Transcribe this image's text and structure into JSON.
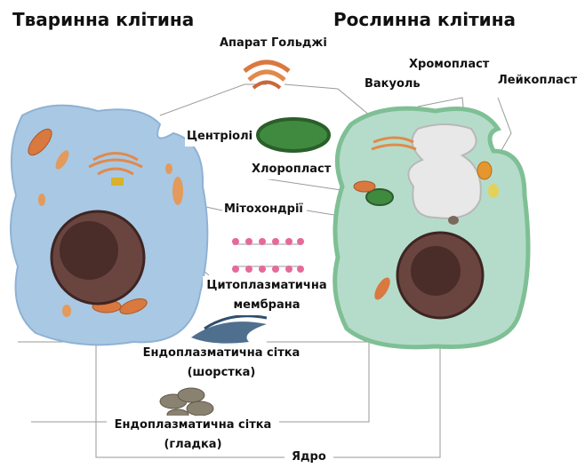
{
  "titles": {
    "animal": "Тваринна клітина",
    "plant": "Рослинна клітина"
  },
  "labels": {
    "golgi": "Апарат Гольджі",
    "chromoplast": "Хромопласт",
    "vacuole": "Вакуоль",
    "leucoplast": "Лейкопласт",
    "centrioles": "Центріолі",
    "chloroplast": "Хлоропласт",
    "mitochondria": "Мітохондрії",
    "membrane_1": "Цитоплазматична",
    "membrane_2": "мембрана",
    "rough_er_1": "Ендоплазматична сітка",
    "rough_er_2": "(шорстка)",
    "smooth_er_1": "Ендоплазматична сітка",
    "smooth_er_2": "(гладка)",
    "nucleus": "Ядро"
  },
  "colors": {
    "animal_cell": "#a9c8e4",
    "plant_cell": "#b5dccb",
    "plant_wall": "#7fbf95",
    "nucleus": "#5a3a35",
    "connector": "#999999"
  }
}
